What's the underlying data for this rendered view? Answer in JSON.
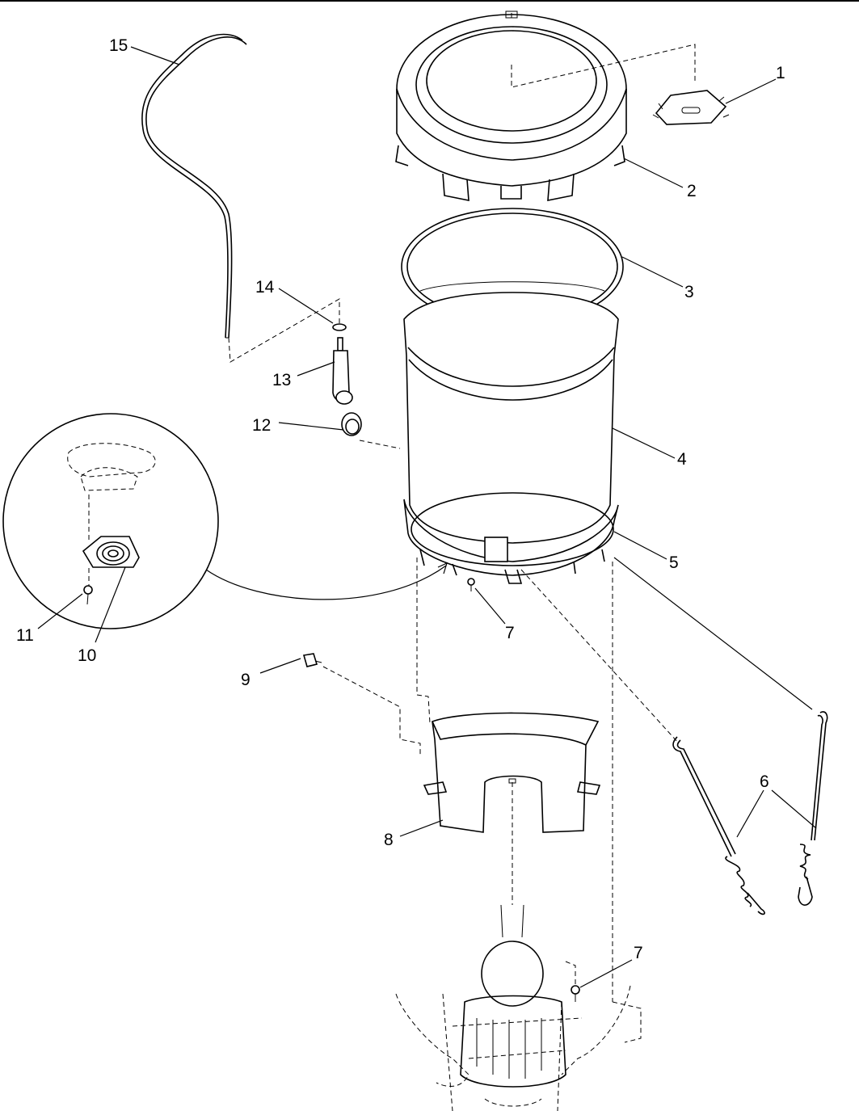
{
  "diagram": {
    "callouts": [
      {
        "id": "c1",
        "label": "1"
      },
      {
        "id": "c2",
        "label": "2"
      },
      {
        "id": "c3",
        "label": "3"
      },
      {
        "id": "c4",
        "label": "4"
      },
      {
        "id": "c5",
        "label": "5"
      },
      {
        "id": "c6",
        "label": "6"
      },
      {
        "id": "c7a",
        "label": "7"
      },
      {
        "id": "c7b",
        "label": "7"
      },
      {
        "id": "c8",
        "label": "8"
      },
      {
        "id": "c9",
        "label": "9"
      },
      {
        "id": "c10",
        "label": "10"
      },
      {
        "id": "c11",
        "label": "11"
      },
      {
        "id": "c12",
        "label": "12"
      },
      {
        "id": "c13",
        "label": "13"
      },
      {
        "id": "c14",
        "label": "14"
      },
      {
        "id": "c15",
        "label": "15"
      }
    ]
  }
}
